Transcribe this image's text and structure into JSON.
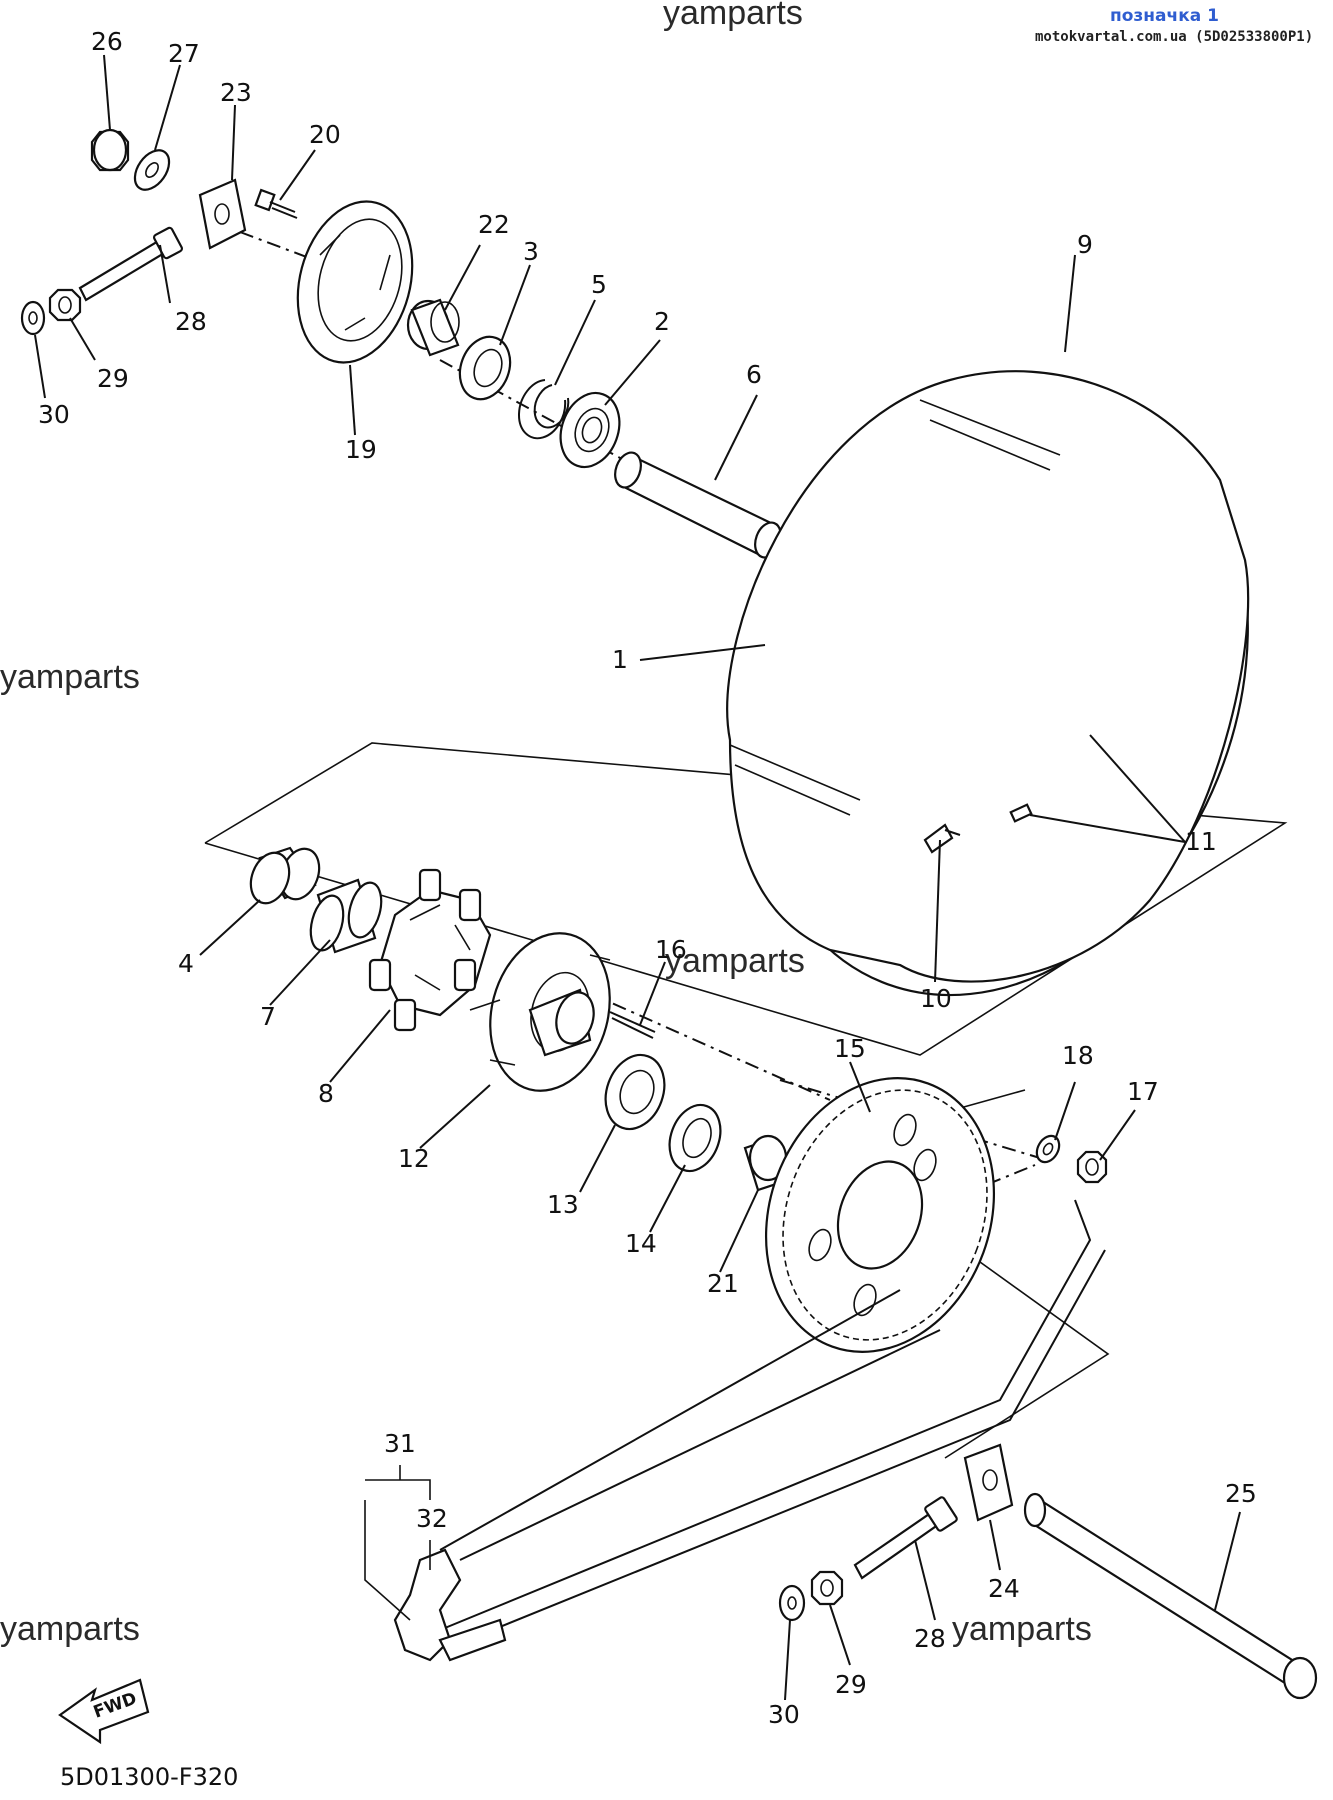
{
  "header": {
    "marker_label": "позначка 1",
    "source_line": "motokvartal.com.ua (5D02533800P1)"
  },
  "watermarks": [
    "yamparts",
    "yamparts",
    "yamparts",
    "yamparts",
    "yamparts"
  ],
  "diagram_code": "5D01300-F320",
  "fwd_label": "FWD",
  "callouts": [
    "1",
    "2",
    "3",
    "4",
    "5",
    "6",
    "7",
    "8",
    "9",
    "10",
    "11",
    "12",
    "13",
    "14",
    "15",
    "16",
    "17",
    "18",
    "19",
    "20",
    "21",
    "22",
    "23",
    "24",
    "25",
    "26",
    "27",
    "28",
    "28",
    "29",
    "29",
    "30",
    "30",
    "31",
    "32"
  ]
}
